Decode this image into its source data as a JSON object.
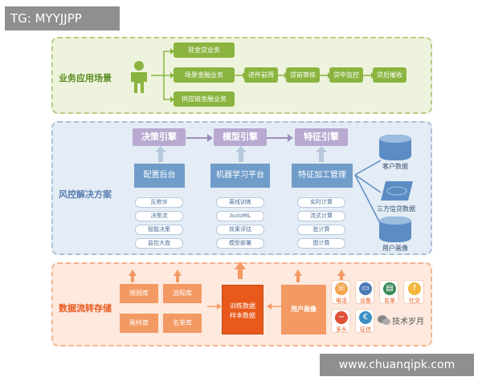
{
  "overlay_tag": "TG: MYYJJPP",
  "watermark": "www.chuanqipk.com",
  "wechat_label": "技术岁月",
  "section1": {
    "title": "业务应用场景",
    "businesses": [
      "现金贷业务",
      "场景金融业务",
      "供应链金融业务"
    ],
    "flow": [
      "进件前筛",
      "贷前审核",
      "贷中监控",
      "贷后催收"
    ]
  },
  "section2": {
    "title": "风控解决方案",
    "engines": [
      "决策引擎",
      "模型引擎",
      "特征引擎"
    ],
    "platforms": [
      "配置后台",
      "机器学习平台",
      "特征加工管理"
    ],
    "col1_items": [
      "反欺诈",
      "决策流",
      "智能决策",
      "监控大盘"
    ],
    "col2_items": [
      "离线训练",
      "AutoML",
      "效果评估",
      "模型部署"
    ],
    "col3_items": [
      "实时计算",
      "流式计算",
      "批计算",
      "图计算"
    ],
    "data_sources": [
      "客户数据",
      "三方信贷数据",
      "用户画像"
    ]
  },
  "section3": {
    "title": "数据流转存储",
    "repos": [
      "规则库",
      "流程库",
      "黑样库",
      "名单库"
    ],
    "training": "训练数据\n样本数据",
    "profile": "用户画像",
    "profile_icons": [
      {
        "label": "电话",
        "icon": "phone-icon",
        "color": "#f3a44d"
      },
      {
        "label": "设备",
        "icon": "device-icon",
        "color": "#4e79b8"
      },
      {
        "label": "名单",
        "icon": "list-icon",
        "color": "#3a8a5a"
      },
      {
        "label": "社交",
        "icon": "social-icon",
        "color": "#f4b63b"
      },
      {
        "label": "多头",
        "icon": "multi-loan-icon",
        "color": "#e0513a"
      },
      {
        "label": "征信",
        "icon": "credit-icon",
        "color": "#3a8fc4"
      }
    ]
  }
}
